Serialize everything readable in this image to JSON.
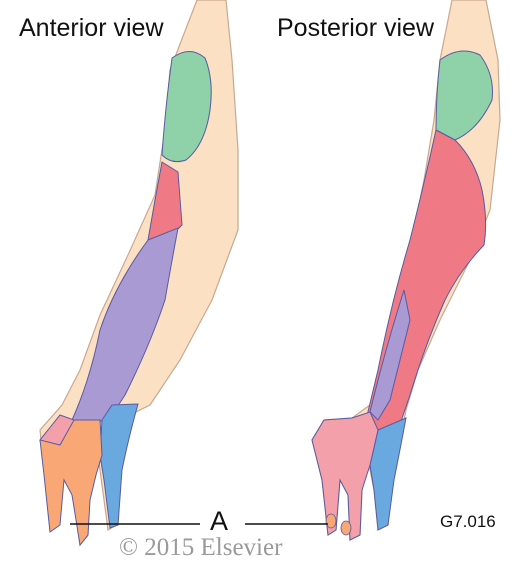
{
  "titles": {
    "anterior": "Anterior view",
    "posterior": "Posterior view"
  },
  "callout": {
    "label": "A"
  },
  "figure_code": "G7.016",
  "copyright": "© 2015 Elsevier",
  "colors": {
    "skin": "#fce0c4",
    "outline": "#c8a890",
    "axillary_green": "#8fd1a8",
    "radial_red": "#ef7a86",
    "median_purple": "#a99ad4",
    "ulnar_blue": "#6aa8e0",
    "hand_orange": "#f9a875",
    "hand_pink": "#f3a0ab",
    "border": "#5a5aa0"
  }
}
